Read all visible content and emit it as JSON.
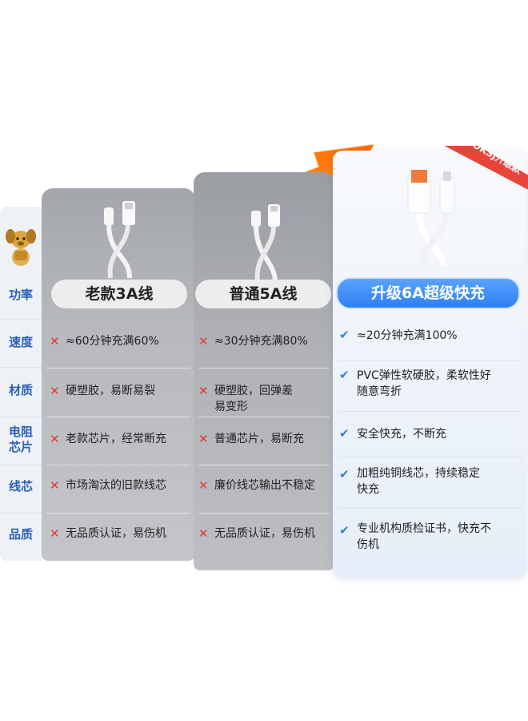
{
  "rows": [
    "功率",
    "速度",
    "材质",
    "电阻芯片",
    "线芯",
    "品质"
  ],
  "row_label_lines": {
    "power": [
      "功率"
    ],
    "speed": [
      "速度"
    ],
    "material": [
      "材质"
    ],
    "chip": [
      "电阻",
      "芯片"
    ],
    "core": [
      "线芯"
    ],
    "quality": [
      "品质"
    ]
  },
  "columns": {
    "old3a": {
      "title": "老款3A线",
      "speed": "≈60分钟充满60%",
      "material": "硬塑胶，易断易裂",
      "chip": "老款芯片，经常断充",
      "core": "市场淘汰的旧款线芯",
      "quality": "无品质认证，易伤机"
    },
    "normal5a": {
      "title": "普通5A线",
      "speed": "≈30分钟充满80%",
      "material_line1": "硬塑胶，回弹差",
      "material_line2": "易变形",
      "chip": "普通芯片，易断充",
      "core": "廉价线芯输出不稳定",
      "quality": "无品质认证，易伤机"
    },
    "upgrade6a": {
      "title": "升级6A超级快充",
      "badge": "OKSJ升级款",
      "speed": "≈20分钟充满100%",
      "material_line1": "PVC弹性软硬胶，柔软性好",
      "material_line2": "随意弯折",
      "chip": "安全快充，不断充",
      "core_line1": "加粗纯铜线芯，持续稳定",
      "core_line2": "快充",
      "quality_line1": "专业机构质检证书，快充不",
      "quality_line2": "伤机"
    }
  },
  "marks": {
    "cross": "✕",
    "check": "✔"
  },
  "colors": {
    "accent": "#2f7bea",
    "cross": "#e23b2e",
    "label": "#2b5fb8",
    "badge": "#e8443a",
    "arrow": "#ff8a1e"
  }
}
